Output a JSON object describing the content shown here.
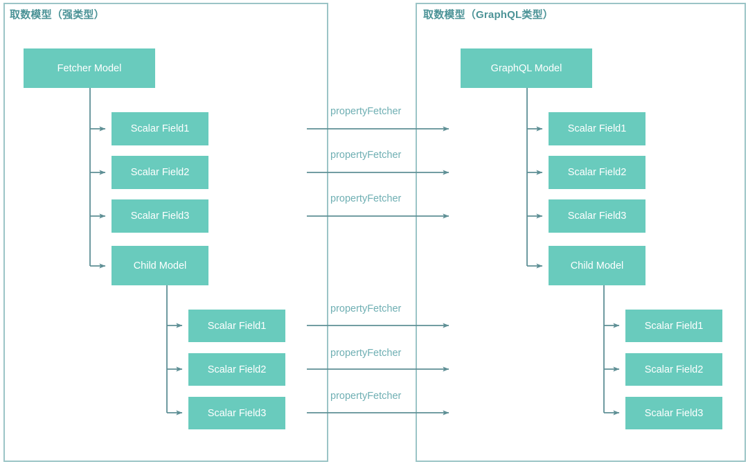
{
  "panels": {
    "left": {
      "title": "取数模型（强类型）",
      "root": {
        "label": "Fetcher Model"
      },
      "fields": [
        {
          "label": "Scalar Field1"
        },
        {
          "label": "Scalar Field2"
        },
        {
          "label": "Scalar Field3"
        }
      ],
      "child": {
        "label": "Child Model"
      },
      "child_fields": [
        {
          "label": "Scalar Field1"
        },
        {
          "label": "Scalar Field2"
        },
        {
          "label": "Scalar Field3"
        }
      ]
    },
    "right": {
      "title": "取数模型（GraphQL类型）",
      "root": {
        "label": "GraphQL Model"
      },
      "fields": [
        {
          "label": "Scalar Field1"
        },
        {
          "label": "Scalar Field2"
        },
        {
          "label": "Scalar Field3"
        }
      ],
      "child": {
        "label": "Child Model"
      },
      "child_fields": [
        {
          "label": "Scalar Field1"
        },
        {
          "label": "Scalar Field2"
        },
        {
          "label": "Scalar Field3"
        }
      ]
    }
  },
  "mappings": [
    {
      "label": "propertyFetcher"
    },
    {
      "label": "propertyFetcher"
    },
    {
      "label": "propertyFetcher"
    },
    {
      "label": "propertyFetcher"
    },
    {
      "label": "propertyFetcher"
    },
    {
      "label": "propertyFetcher"
    }
  ],
  "colors": {
    "node_fill": "#69CBBD",
    "node_text": "#FFFFFF",
    "panel_border": "#9BC4C6",
    "title_text": "#4C9397",
    "connector": "#5E8F95",
    "edge_label_text": "#6FAFB3",
    "background": "#FFFFFF"
  }
}
